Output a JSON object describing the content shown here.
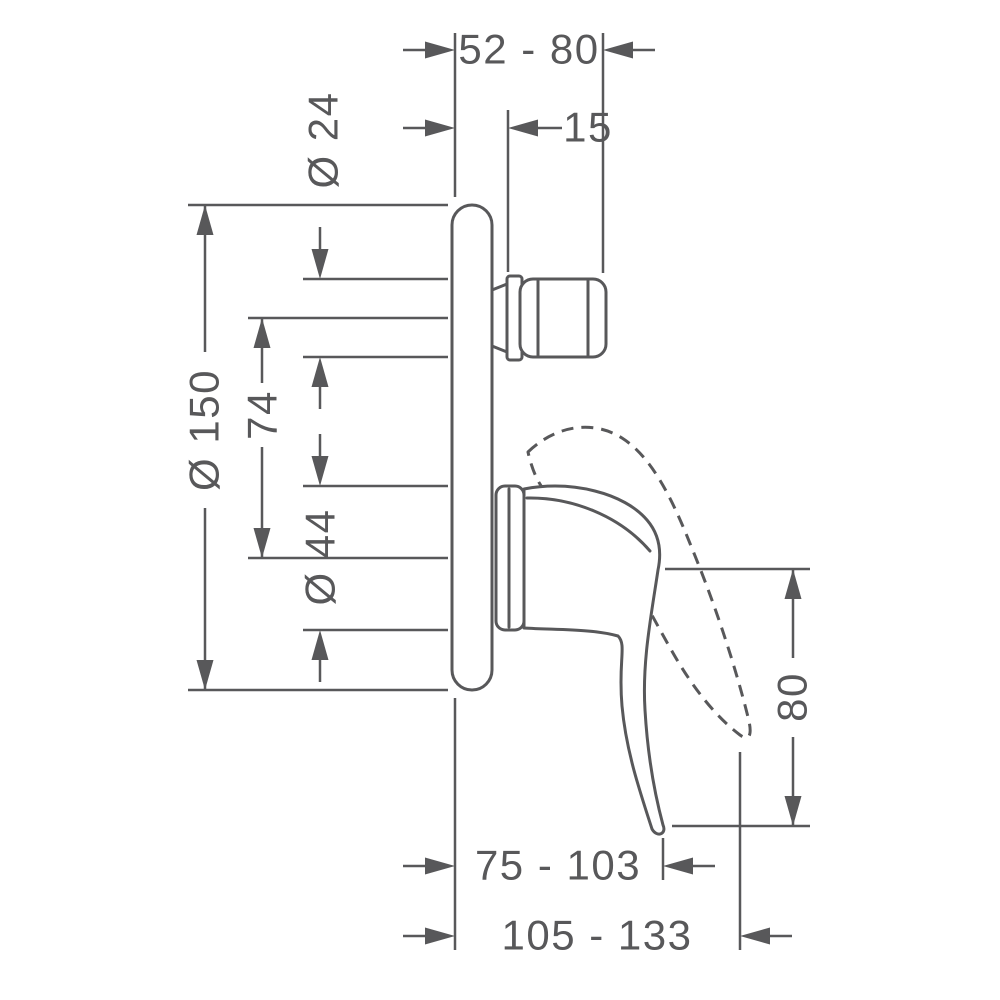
{
  "drawing": {
    "line_color": "#58585a",
    "background_color": "#ffffff",
    "dimensions": {
      "depth_range": "52 - 80",
      "spout_offset": "15",
      "spout_diameter": "Ø 24",
      "plate_diameter": "Ø 150",
      "spout_to_handle_distance": "74",
      "handle_hub_diameter": "Ø 44",
      "handle_drop": "80",
      "lever_reach_range": "75 - 103",
      "total_reach_range": "105 - 133"
    }
  }
}
